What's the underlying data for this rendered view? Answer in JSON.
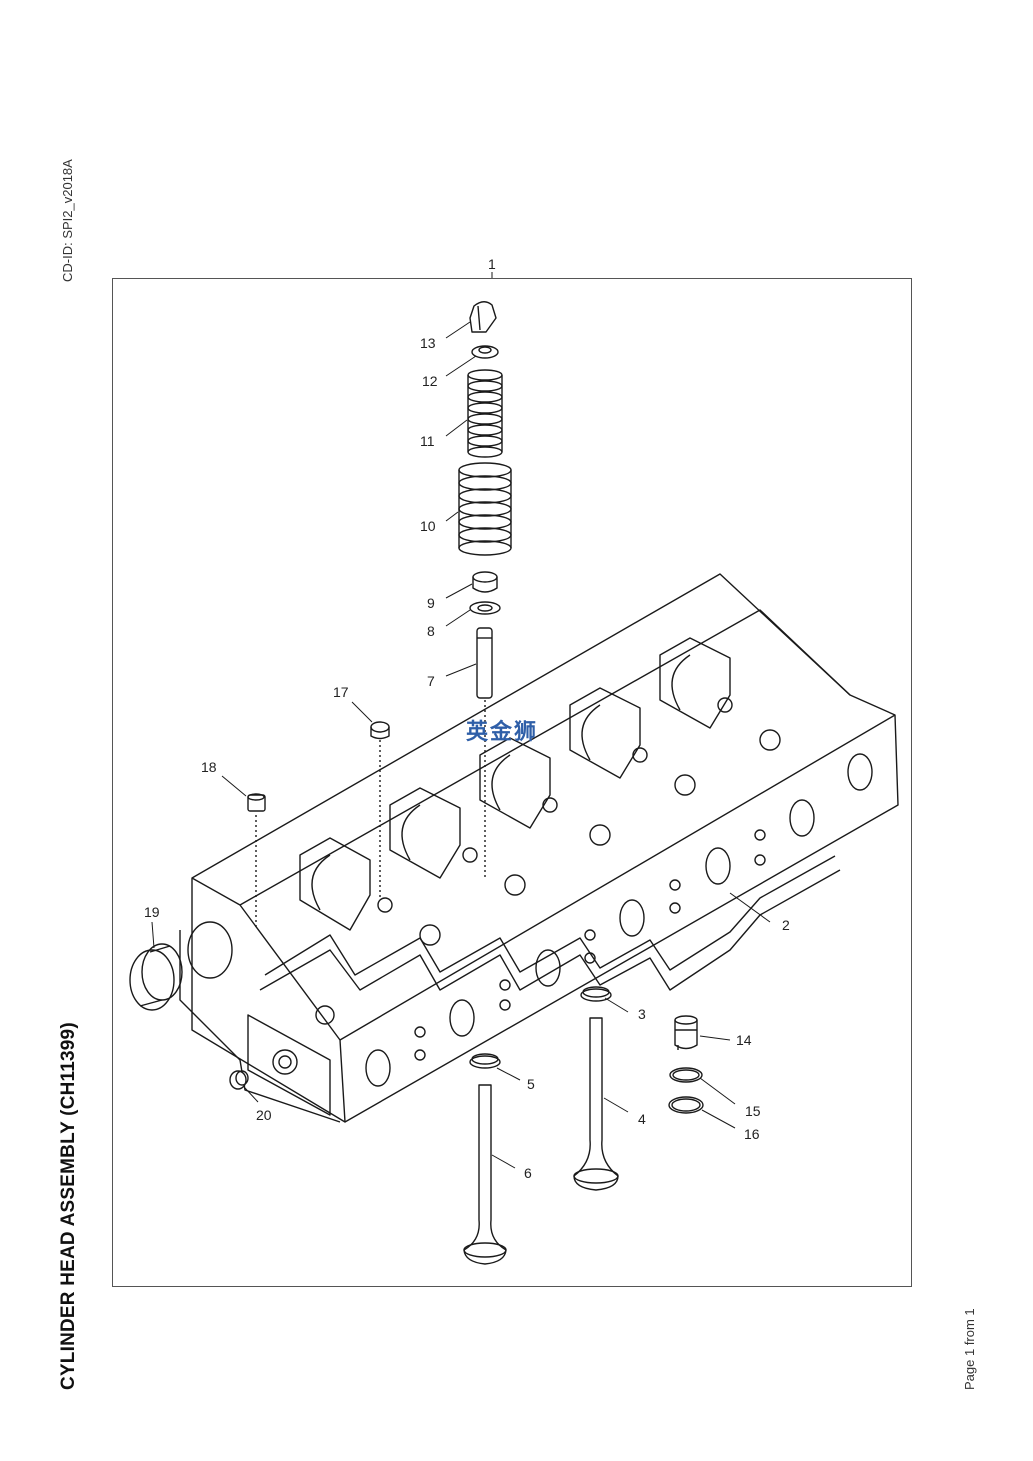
{
  "document": {
    "cd_id": "CD-ID: SPI2_v2018A",
    "title": "CYLINDER HEAD ASSEMBLY (CH11399)",
    "page": "Page 1 from 1",
    "watermark": "英金狮"
  },
  "callouts": [
    "1",
    "2",
    "3",
    "4",
    "5",
    "6",
    "7",
    "8",
    "9",
    "10",
    "11",
    "12",
    "13",
    "14",
    "15",
    "16",
    "17",
    "18",
    "19",
    "20"
  ],
  "colors": {
    "line": "#1a1a1a",
    "frame": "#555555",
    "watermark": "#2f5fa8"
  }
}
